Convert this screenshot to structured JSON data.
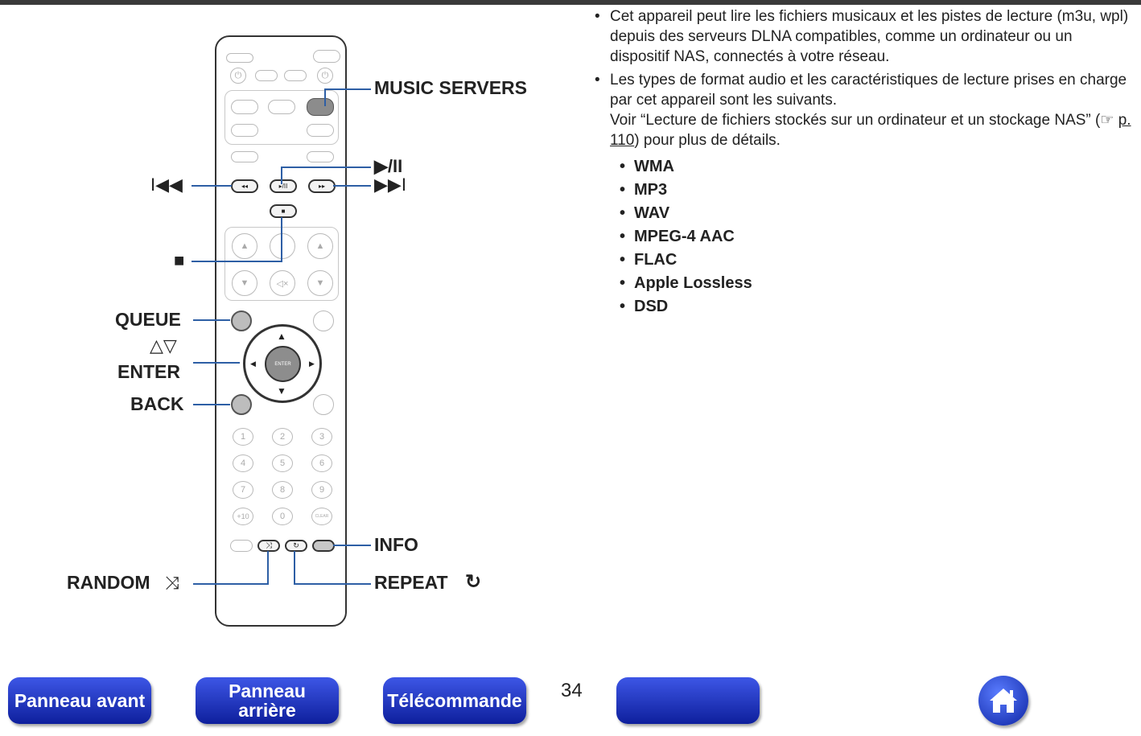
{
  "callouts": {
    "music_servers": "MUSIC SERVERS",
    "play_pause": "▶/II",
    "prev": "I◀◀",
    "next": "▶▶I",
    "stop": "■",
    "queue": "QUEUE",
    "up_down": "△▽",
    "enter": "ENTER",
    "back": "BACK",
    "info": "INFO",
    "random": "RANDOM",
    "repeat": "REPEAT"
  },
  "remote": {
    "enter_key": "ENTER",
    "nums": [
      "1",
      "2",
      "3",
      "4",
      "5",
      "6",
      "7",
      "8",
      "9",
      "+10",
      "0",
      "CLEAR"
    ]
  },
  "text": {
    "b1": "Cet appareil peut lire les fichiers musicaux et les pistes de lecture (m3u, wpl) depuis des serveurs DLNA compatibles, comme un ordinateur ou un dispositif NAS, connectés à votre réseau.",
    "b2_line1": "Les types de format audio et les caractéristiques de lecture prises en charge par cet appareil sont les suivants.",
    "b2_line2_pre": "Voir “Lecture de fichiers stockés sur un ordinateur et un stockage NAS” (",
    "b2_ref": "p. 110",
    "b2_line2_post": ") pour plus de détails.",
    "formats": [
      "WMA",
      "MP3",
      "WAV",
      "MPEG-4 AAC",
      "FLAC",
      "Apple Lossless",
      "DSD"
    ]
  },
  "footer": {
    "front": "Panneau avant",
    "rear_1": "Panneau",
    "rear_2": "arrière",
    "remote": "Télécommande",
    "page": "34"
  },
  "colors": {
    "callout_line": "#2e5fa5",
    "nav_button": "#1f35c8"
  }
}
